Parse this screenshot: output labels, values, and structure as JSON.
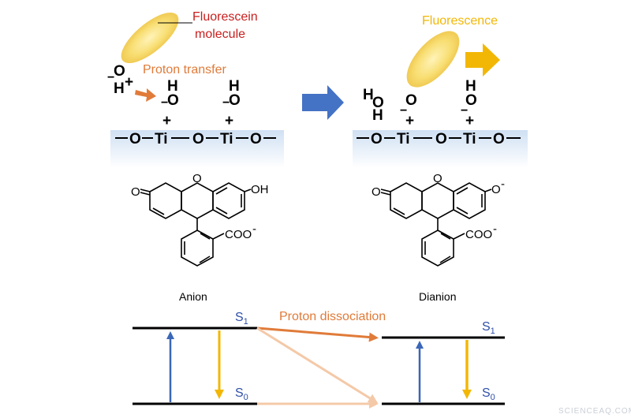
{
  "labels": {
    "fluorescein_molecule_line1": "Fluorescein",
    "fluorescein_molecule_line2": "molecule",
    "proton_transfer": "Proton transfer",
    "fluorescence": "Fluorescence",
    "proton_dissociation": "Proton dissociation",
    "anion": "Anion",
    "dianion": "Dianion",
    "watermark": "SCIENCEAQ.COM"
  },
  "chem": {
    "O": "O",
    "H": "H",
    "Ti": "Ti",
    "plus": "+",
    "minus": "−",
    "bond": "—",
    "OH": "OH",
    "COO": "COO",
    "superscript_minus": "-"
  },
  "energy_levels": {
    "S": "S",
    "sub1": "1",
    "sub0": "0"
  },
  "colors": {
    "fluorescein_label": "#c8201f",
    "proton_orange": "#e07b39",
    "fluorescence_yellow": "#f2b705",
    "process_arrow_blue": "#4472c4",
    "absorption_blue": "#3a67b8",
    "emission_yellow": "#f2b705",
    "dissociation_orange": "#e07b39",
    "dissociation_light": "#f4c9a8",
    "level_label_blue": "#2f4fa8",
    "molecule_yellow": "#f6d868"
  }
}
